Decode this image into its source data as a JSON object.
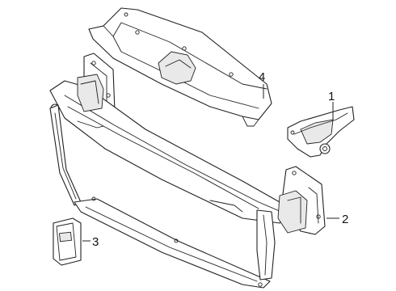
{
  "callouts": {
    "c1": "1",
    "c2": "2",
    "c3": "3",
    "c4": "4"
  },
  "colors": {
    "line": "#222222",
    "background": "#ffffff"
  }
}
